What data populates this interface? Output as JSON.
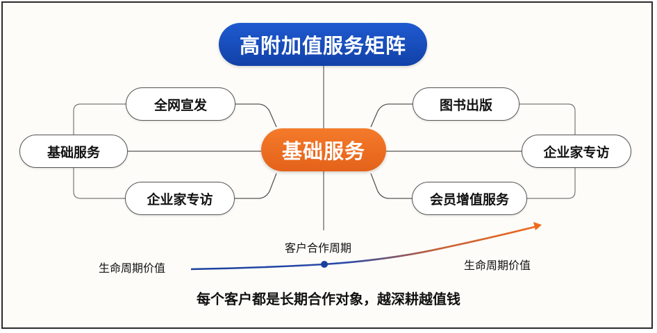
{
  "title": "高附加值服务矩阵",
  "core": "基础服务",
  "left_nodes": {
    "top": "全网宣发",
    "middle": "基础服务",
    "bottom": "企业家专访"
  },
  "right_nodes": {
    "top": "图书出版",
    "middle": "企业家专访",
    "bottom": "会员增值服务"
  },
  "timeline": {
    "cycle_label": "客户合作周期",
    "value_label_left": "生命周期价值",
    "value_label_right": "生命周期价值"
  },
  "caption": "每个客户都是长期合作对象，越深耕越值钱",
  "colors": {
    "title_blue": "#1a4fc0",
    "core_orange": "#ee6e22",
    "curve_start": "#1a3f9e",
    "curve_end": "#ef6a1c"
  }
}
